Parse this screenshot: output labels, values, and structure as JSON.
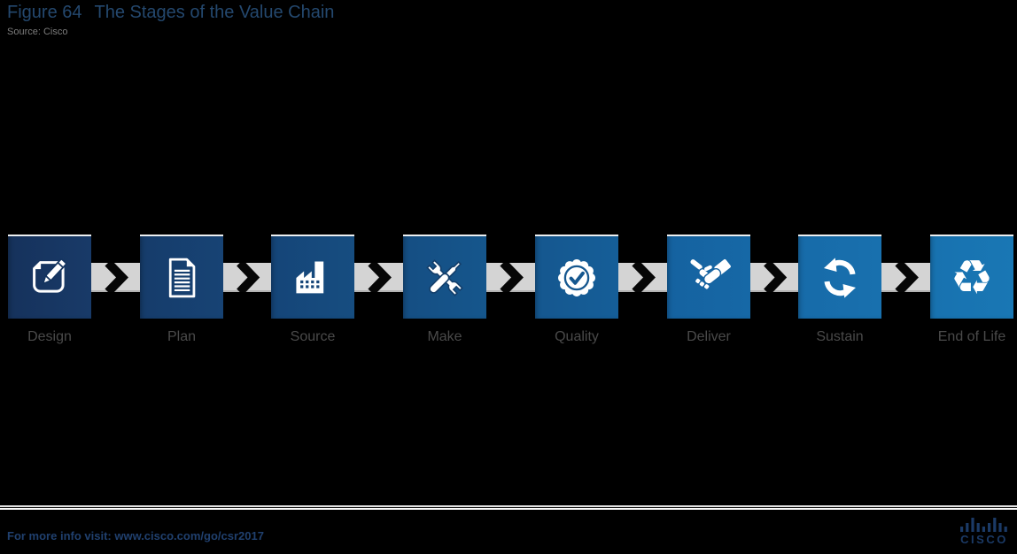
{
  "figure": {
    "label": "Figure 64",
    "title": "The Stages of the Value Chain",
    "source": "Source: Cisco",
    "title_color": "#24486e"
  },
  "stages": [
    {
      "label": "Design",
      "icon": "notepad-edit-icon",
      "color": "#16325c"
    },
    {
      "label": "Plan",
      "icon": "document-list-icon",
      "color": "#163c6b"
    },
    {
      "label": "Source",
      "icon": "factory-icon",
      "color": "#154578"
    },
    {
      "label": "Make",
      "icon": "tools-icon",
      "color": "#154e83"
    },
    {
      "label": "Quality",
      "icon": "quality-seal-icon",
      "color": "#15578f"
    },
    {
      "label": "Deliver",
      "icon": "handshake-icon",
      "color": "#1562a0"
    },
    {
      "label": "Sustain",
      "icon": "sync-arrows-icon",
      "color": "#176ba9"
    },
    {
      "label": "End of Life",
      "icon": "recycle-icon",
      "glyph": "♻",
      "color": "#1872b0"
    }
  ],
  "flow": {
    "arrow_icon": "chevron-right-icon",
    "band_color": "#d4d4d4",
    "chevron_color": "#000000"
  },
  "footer": {
    "info_text": "For more info visit: www.cisco.com/go/csr2017",
    "logo": {
      "icon": "cisco-logo",
      "text": "CISCO",
      "color": "#1b3a66"
    }
  }
}
